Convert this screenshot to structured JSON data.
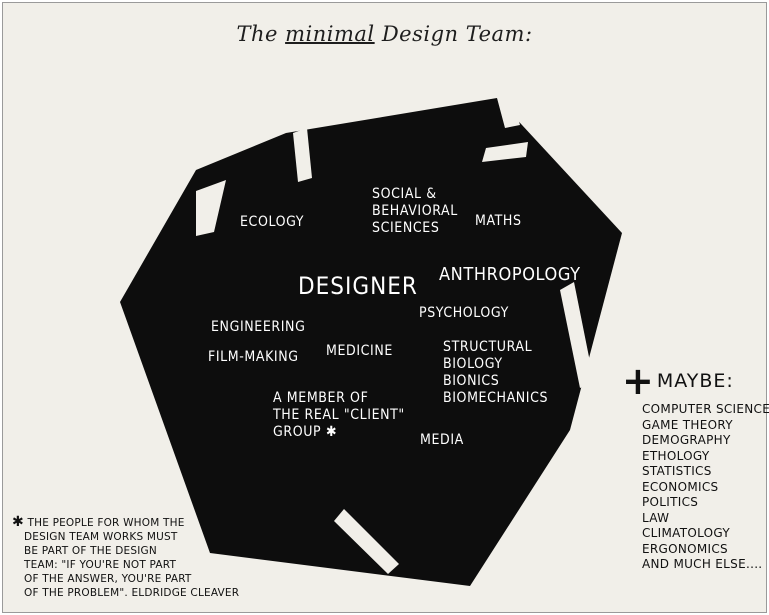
{
  "title": {
    "prefix": "The",
    "emphasis": "minimal",
    "suffix": "Design Team:"
  },
  "diagram": {
    "center_label": "DESIGNER",
    "disciplines": [
      {
        "id": "ecology",
        "text": "ECOLOGY"
      },
      {
        "id": "social",
        "lines": [
          "SOCIAL &",
          "BEHAVIORAL",
          "SCIENCES"
        ]
      },
      {
        "id": "maths",
        "text": "MATHS"
      },
      {
        "id": "anthropology",
        "text": "ANTHROPOLOGY"
      },
      {
        "id": "psychology",
        "text": "PSYCHOLOGY"
      },
      {
        "id": "engineering",
        "text": "ENGINEERING"
      },
      {
        "id": "film",
        "text": "FILM-MAKING"
      },
      {
        "id": "medicine",
        "text": "MEDICINE"
      },
      {
        "id": "structural",
        "lines": [
          "STRUCTURAL",
          "BIOLOGY",
          "BIONICS",
          "BIOMECHANICS"
        ]
      },
      {
        "id": "member",
        "lines": [
          "A MEMBER OF",
          "THE REAL \"CLIENT\"",
          "GROUP ✱"
        ]
      },
      {
        "id": "media",
        "text": "MEDIA"
      }
    ],
    "colors": {
      "shape": "#0d0d0d",
      "background": "#f1efe9",
      "text": "#ffffff"
    }
  },
  "maybe": {
    "symbol": "+",
    "heading": "MAYBE:",
    "items": [
      "COMPUTER SCIENCE",
      "GAME THEORY",
      "DEMOGRAPHY",
      "ETHOLOGY",
      "STATISTICS",
      "ECONOMICS",
      "POLITICS",
      "LAW",
      "CLIMATOLOGY",
      "ERGONOMICS",
      "AND MUCH ELSE...."
    ]
  },
  "footnote": {
    "symbol": "✱",
    "lines": [
      "THE PEOPLE FOR WHOM THE",
      "DESIGN TEAM WORKS MUST",
      "BE PART OF THE DESIGN",
      "TEAM: \"IF YOU'RE NOT PART",
      "OF THE ANSWER, YOU'RE PART",
      "OF THE PROBLEM\". ELDRIDGE CLEAVER"
    ]
  }
}
